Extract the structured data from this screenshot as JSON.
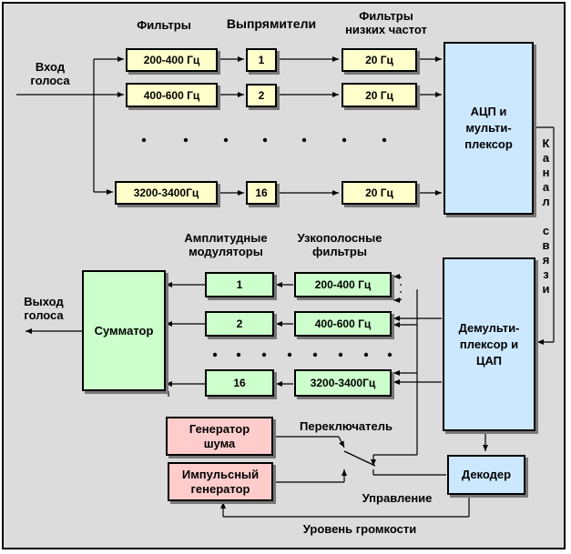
{
  "labels": {
    "filters": "Фильтры",
    "rectifiers": "Выпрямители",
    "lowpass": "Фильтры\nнизких частот",
    "voice_in": "Вход\nголоса",
    "adc": "АЦП и\nмульти-\nплексор",
    "channel": "Канал связи",
    "am_mod": "Амплитудные\nмодуляторы",
    "narrow": "Узкополосные\nфильтры",
    "voice_out": "Выход\nголоса",
    "summator": "Сумматор",
    "demux": "Демульти-\nплексор и\nЦАП",
    "noise_gen": "Генератор\nшума",
    "pulse_gen": "Импульсный\nгенератор",
    "switch": "Переключатель",
    "decoder": "Декодер",
    "control": "Управление",
    "volume": "Уровень громкости"
  },
  "top_rows": [
    {
      "filter": "200-400 Гц",
      "rect": "1",
      "lpf": "20 Гц"
    },
    {
      "filter": "400-600 Гц",
      "rect": "2",
      "lpf": "20 Гц"
    },
    {
      "filter": "3200-3400Гц",
      "rect": "16",
      "lpf": "20 Гц"
    }
  ],
  "bottom_rows": [
    {
      "mod": "1",
      "band": "200-400 Гц"
    },
    {
      "mod": "2",
      "band": "400-600 Гц"
    },
    {
      "mod": "16",
      "band": "3200-3400Гц"
    }
  ],
  "colors": {
    "page": "#dcdcdc",
    "filter_fill": "#ffffcc",
    "adc_fill": "#cce8ff",
    "modulator_fill": "#ccffcc",
    "generator_fill": "#ffcccc"
  }
}
